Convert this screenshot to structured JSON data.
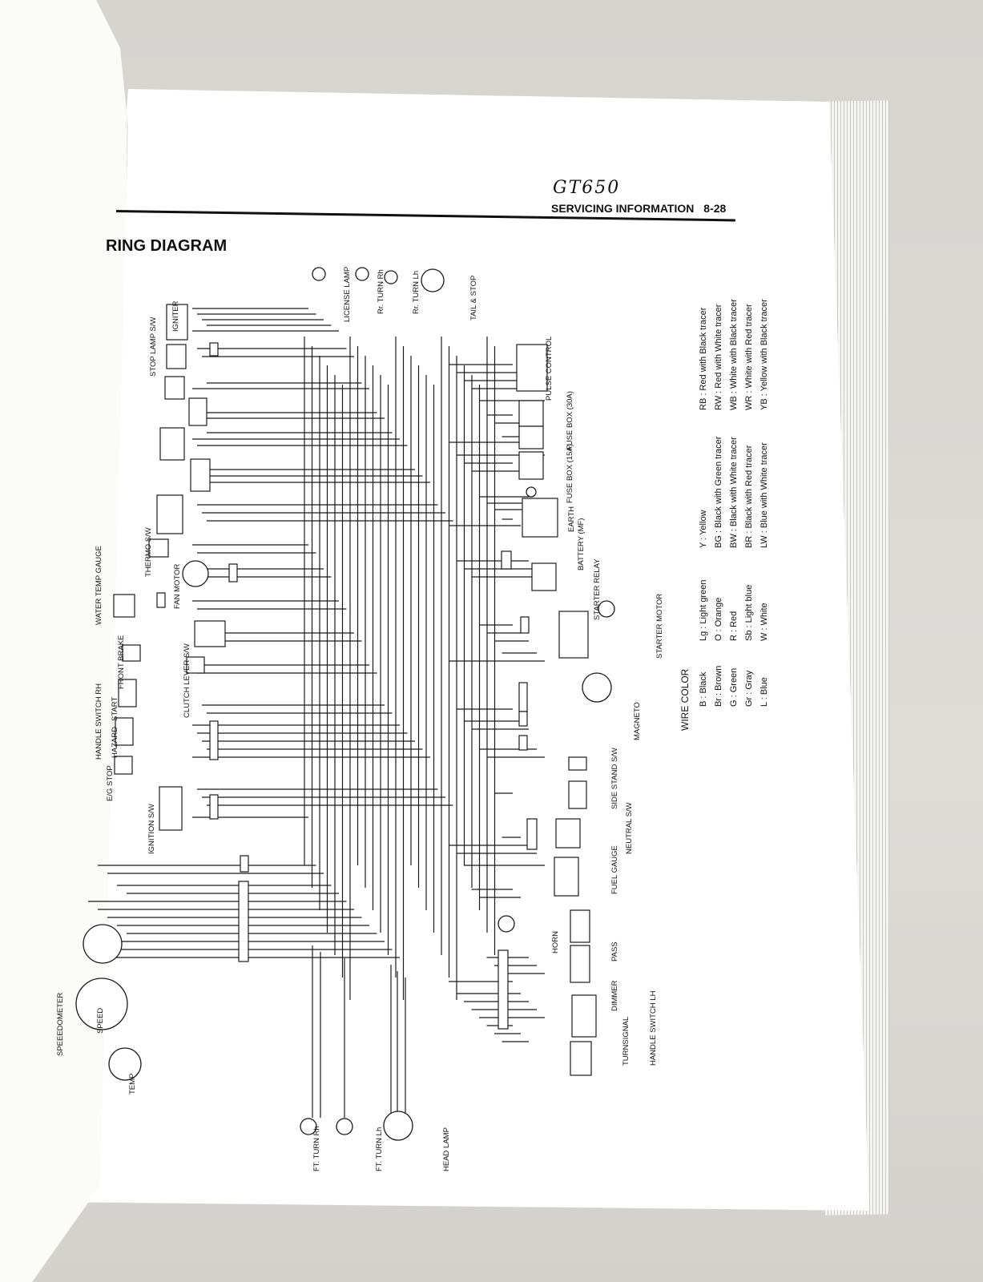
{
  "header": {
    "model": "GT650",
    "section": "SERVICING INFORMATION",
    "page_number": "8-28"
  },
  "diagram": {
    "title": "RING DIAGRAM",
    "components_left": [
      "IGNITER",
      "STOP LAMP S/W",
      "THERMO S/W",
      "FAN MOTOR",
      "WATER TEMP GAUGE",
      "FRONT BRAKE",
      "CLUTCH LEVER S/W",
      "HANDLE SWITCH RH",
      "START",
      "HAZARD",
      "E/G STOP",
      "IGNITION S/W",
      "SPEEEDOMETER",
      "SPEED",
      "TEMP",
      "FT. TURN Rh",
      "FT. TURN Lh",
      "HEAD LAMP"
    ],
    "components_top": [
      "LICENSE LAMP",
      "Rr. TURN Rh",
      "Rr. TURN Lh",
      "TAIL & STOP"
    ],
    "components_right": [
      "PULSE CONTROL",
      "FUSE BOX (30A)",
      "FUSE BOX (15A)",
      "EARTH",
      "BATTERY (MF)",
      "STARTER RELAY",
      "STARTER MOTOR",
      "MAGNETO",
      "SIDE STAND S/W",
      "NEUTRAL S/W",
      "FUEL GAUGE",
      "HORN",
      "PASS",
      "DIMMER",
      "TURNSIGNAL",
      "HANDLE SWITCH LH"
    ]
  },
  "wire_color": {
    "heading": "WIRE COLOR",
    "col1": [
      "B : Black",
      "Br : Brown",
      "G : Green",
      "Gr : Gray",
      "L : Blue"
    ],
    "col2": [
      "Lg : Light green",
      "O : Orange",
      "R : Red",
      "Sb : Light blue",
      "W : White"
    ],
    "col3": [
      "Y : Yellow",
      "BG : Black with Green tracer",
      "BW : Black with White tracer",
      "BR : Black with Red tracer",
      "LW : Blue with White tracer"
    ],
    "col4": [
      "RB : Red with Black tracer",
      "RW : Red with White tracer",
      "WB : White with Black tracer",
      "WR : White with Red tracer",
      "YB : Yellow with Black tracer"
    ]
  }
}
